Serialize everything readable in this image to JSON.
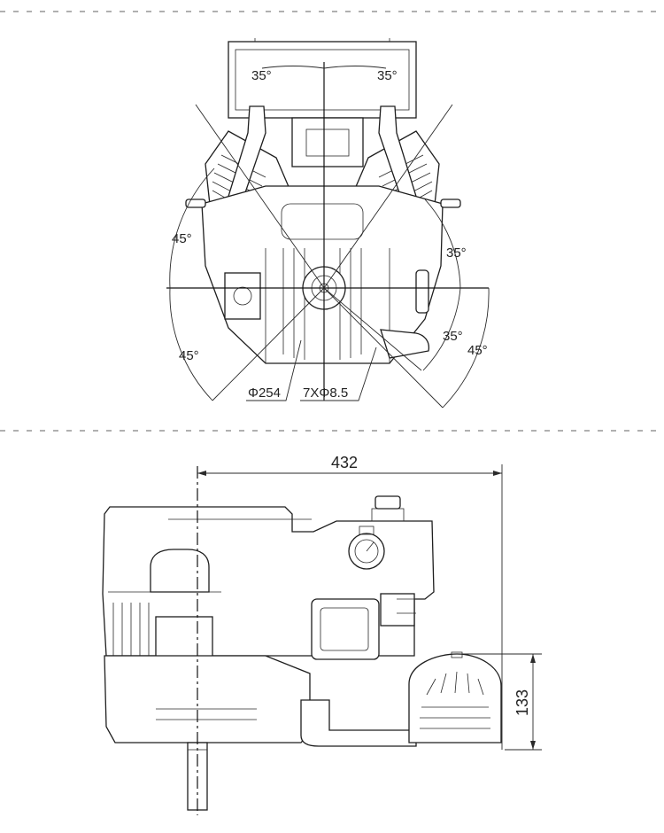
{
  "front_view": {
    "angles": {
      "top_left": "35°",
      "top_right": "35°",
      "right_inner_upper": "35°",
      "right_inner_lower": "35°",
      "left_upper": "45°",
      "left_lower": "45°",
      "right_outer": "45°"
    },
    "callouts": {
      "bolt_circle": "Φ254",
      "holes": "7XΦ8.5"
    }
  },
  "side_view": {
    "dimensions": {
      "width": "432",
      "height": "133"
    }
  },
  "colors": {
    "line": "#1e1e1e",
    "separator": "#b0b0b0",
    "background": "#ffffff"
  }
}
